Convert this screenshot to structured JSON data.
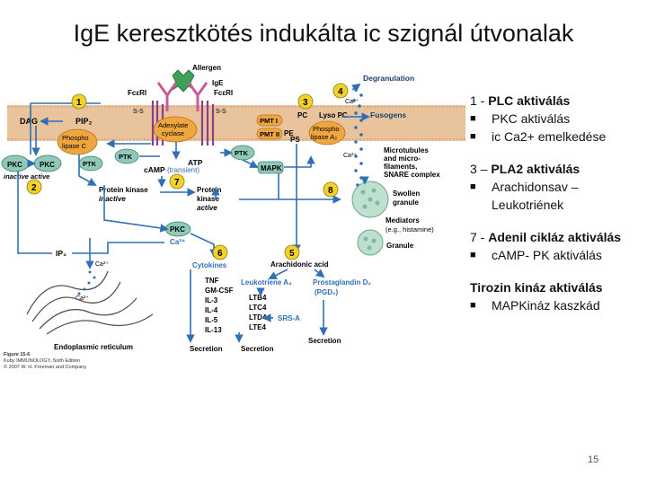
{
  "slide": {
    "title": "IgE keresztkötés indukálta ic szignál útvonalak",
    "page_number": "15"
  },
  "diagram": {
    "labels": {
      "allergen": "Allergen",
      "ige": "IgE",
      "fceri_left": "FcεRI",
      "fceri_right": "FcεRI",
      "s_s_left": "S-S",
      "s_s_right": "S-S",
      "dag": "DAG",
      "pip2": "PIP₂",
      "phospholipase_c_1": "Phospho",
      "phospholipase_c_2": "lipase C",
      "adenylate_1": "Adenylate",
      "adenylate_2": "cyclase",
      "pmt1": "PMT I",
      "pmt2": "PMT II",
      "pc": "PC",
      "lyso_pc": "Lyso PC",
      "pe": "PE",
      "ps": "PS",
      "pla2_1": "Phospho",
      "pla2_2": "lipase A₂",
      "ca_membrane": "Ca²⁺",
      "degranulation": "Degranulation",
      "fusogens": "Fusogens",
      "pkc_inactive": "PKC",
      "pkc_active": "PKC",
      "inactive_active": "inactive  active",
      "ptk1": "PTK",
      "ptk2": "PTK",
      "ptk3": "PTK",
      "atp": "ATP",
      "camp": "cAMP",
      "transient": "(transient)",
      "mapk": "MAPK",
      "ca_mapk": "Ca²⁺",
      "microtubules_1": "Microtubules",
      "microtubules_2": "and micro-",
      "microtubules_3": "filaments,",
      "microtubules_4": "SNARE complex",
      "pk_inactive_1": "Protein kinase",
      "pk_inactive_2": "inactive",
      "pk_active_1": "Protein",
      "pk_active_2": "kinase",
      "pk_active_3": "active",
      "swollen_1": "Swollen",
      "swollen_2": "granule",
      "mediators_1": "Mediators",
      "mediators_2": "(e.g., histamine)",
      "granule": "Granule",
      "pkc_lower": "PKC",
      "ca_lower": "Ca²⁺",
      "ip3": "IP₃",
      "ca_er_1": "Ca²⁺",
      "ca_er_2": "Ca²⁺",
      "endoplasmic": "Endoplasmic reticulum",
      "cytokines": "Cytokines",
      "tnf": "TNF",
      "gm_csf": "GM-CSF",
      "il3": "IL-3",
      "il4": "IL-4",
      "il5": "IL-5",
      "il13": "IL-13",
      "secretion_1": "Secretion",
      "arachidonic": "Arachidonic acid",
      "leukotriene_a4": "Leukotriene A₄",
      "ltb4": "LTB4",
      "ltc4": "LTC4",
      "ltd4": "LTD4",
      "lte4": "LTE4",
      "srs_a": "SRS-A",
      "secretion_2": "Secretion",
      "prostaglandin_1": "Prostaglandin D₂",
      "prostaglandin_2": "(PGD₂)",
      "secretion_3": "Secretion"
    },
    "step_numbers": [
      "1",
      "2",
      "3",
      "4",
      "5",
      "6",
      "7",
      "8"
    ]
  },
  "caption": {
    "line1": "Figure 15-6",
    "line2": "Kuby IMMUNOLOGY, Sixth Edition",
    "line3": "© 2007 W. H. Freeman and Company"
  },
  "notes": [
    {
      "heading_prefix": "1 -  ",
      "heading_bold": "PLC aktiválás",
      "bullets": [
        "PKC aktiválás",
        "ic  Ca2+ emelkedése"
      ]
    },
    {
      "heading_prefix": "3 – ",
      "heading_bold": "PLA2 aktiválás",
      "bullets": [
        "Arachidonsav – Leukotriének"
      ]
    },
    {
      "heading_prefix": "7 - ",
      "heading_bold": "Adenil cikláz aktiválás",
      "bullets": [
        "cAMP- PK aktiválás"
      ]
    },
    {
      "heading_prefix": "",
      "heading_bold": "Tirozin kináz aktiválás",
      "bullets": [
        "MAPKináz kaszkád"
      ]
    }
  ],
  "colors": {
    "membrane": "#e9c39b",
    "arrow_blue": "#2f6fb5",
    "node_teal": "#8fc9b8",
    "step_circle": "#f3d32a",
    "enzyme_orange": "#efa640",
    "receptor_pink": "#c75c98",
    "granule_green": "#bfe0cf"
  }
}
